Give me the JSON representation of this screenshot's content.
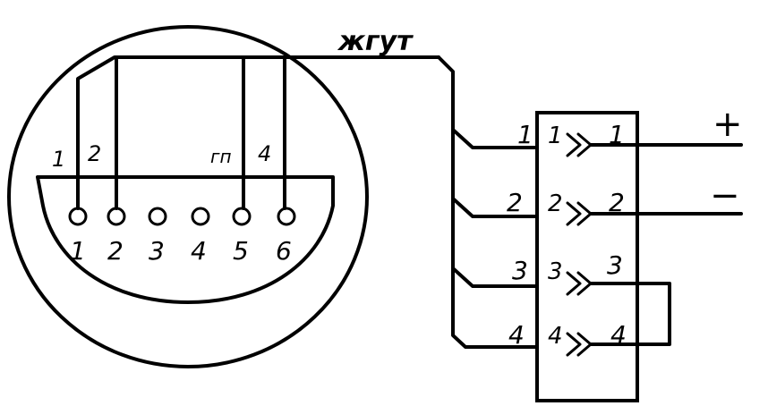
{
  "harness_label": "жгут",
  "wire_labels": [
    "1",
    "2",
    "гп",
    "4"
  ],
  "pin_numbers": [
    "1",
    "2",
    "3",
    "4",
    "5",
    "6"
  ],
  "connector": {
    "left_numbers": [
      "1",
      "2",
      "3",
      "4"
    ],
    "inner_numbers": [
      "1",
      "2",
      "3",
      "4"
    ],
    "right_numbers": [
      "1",
      "2",
      "3",
      "4"
    ]
  },
  "polarity": {
    "plus": "+",
    "minus": "−"
  }
}
